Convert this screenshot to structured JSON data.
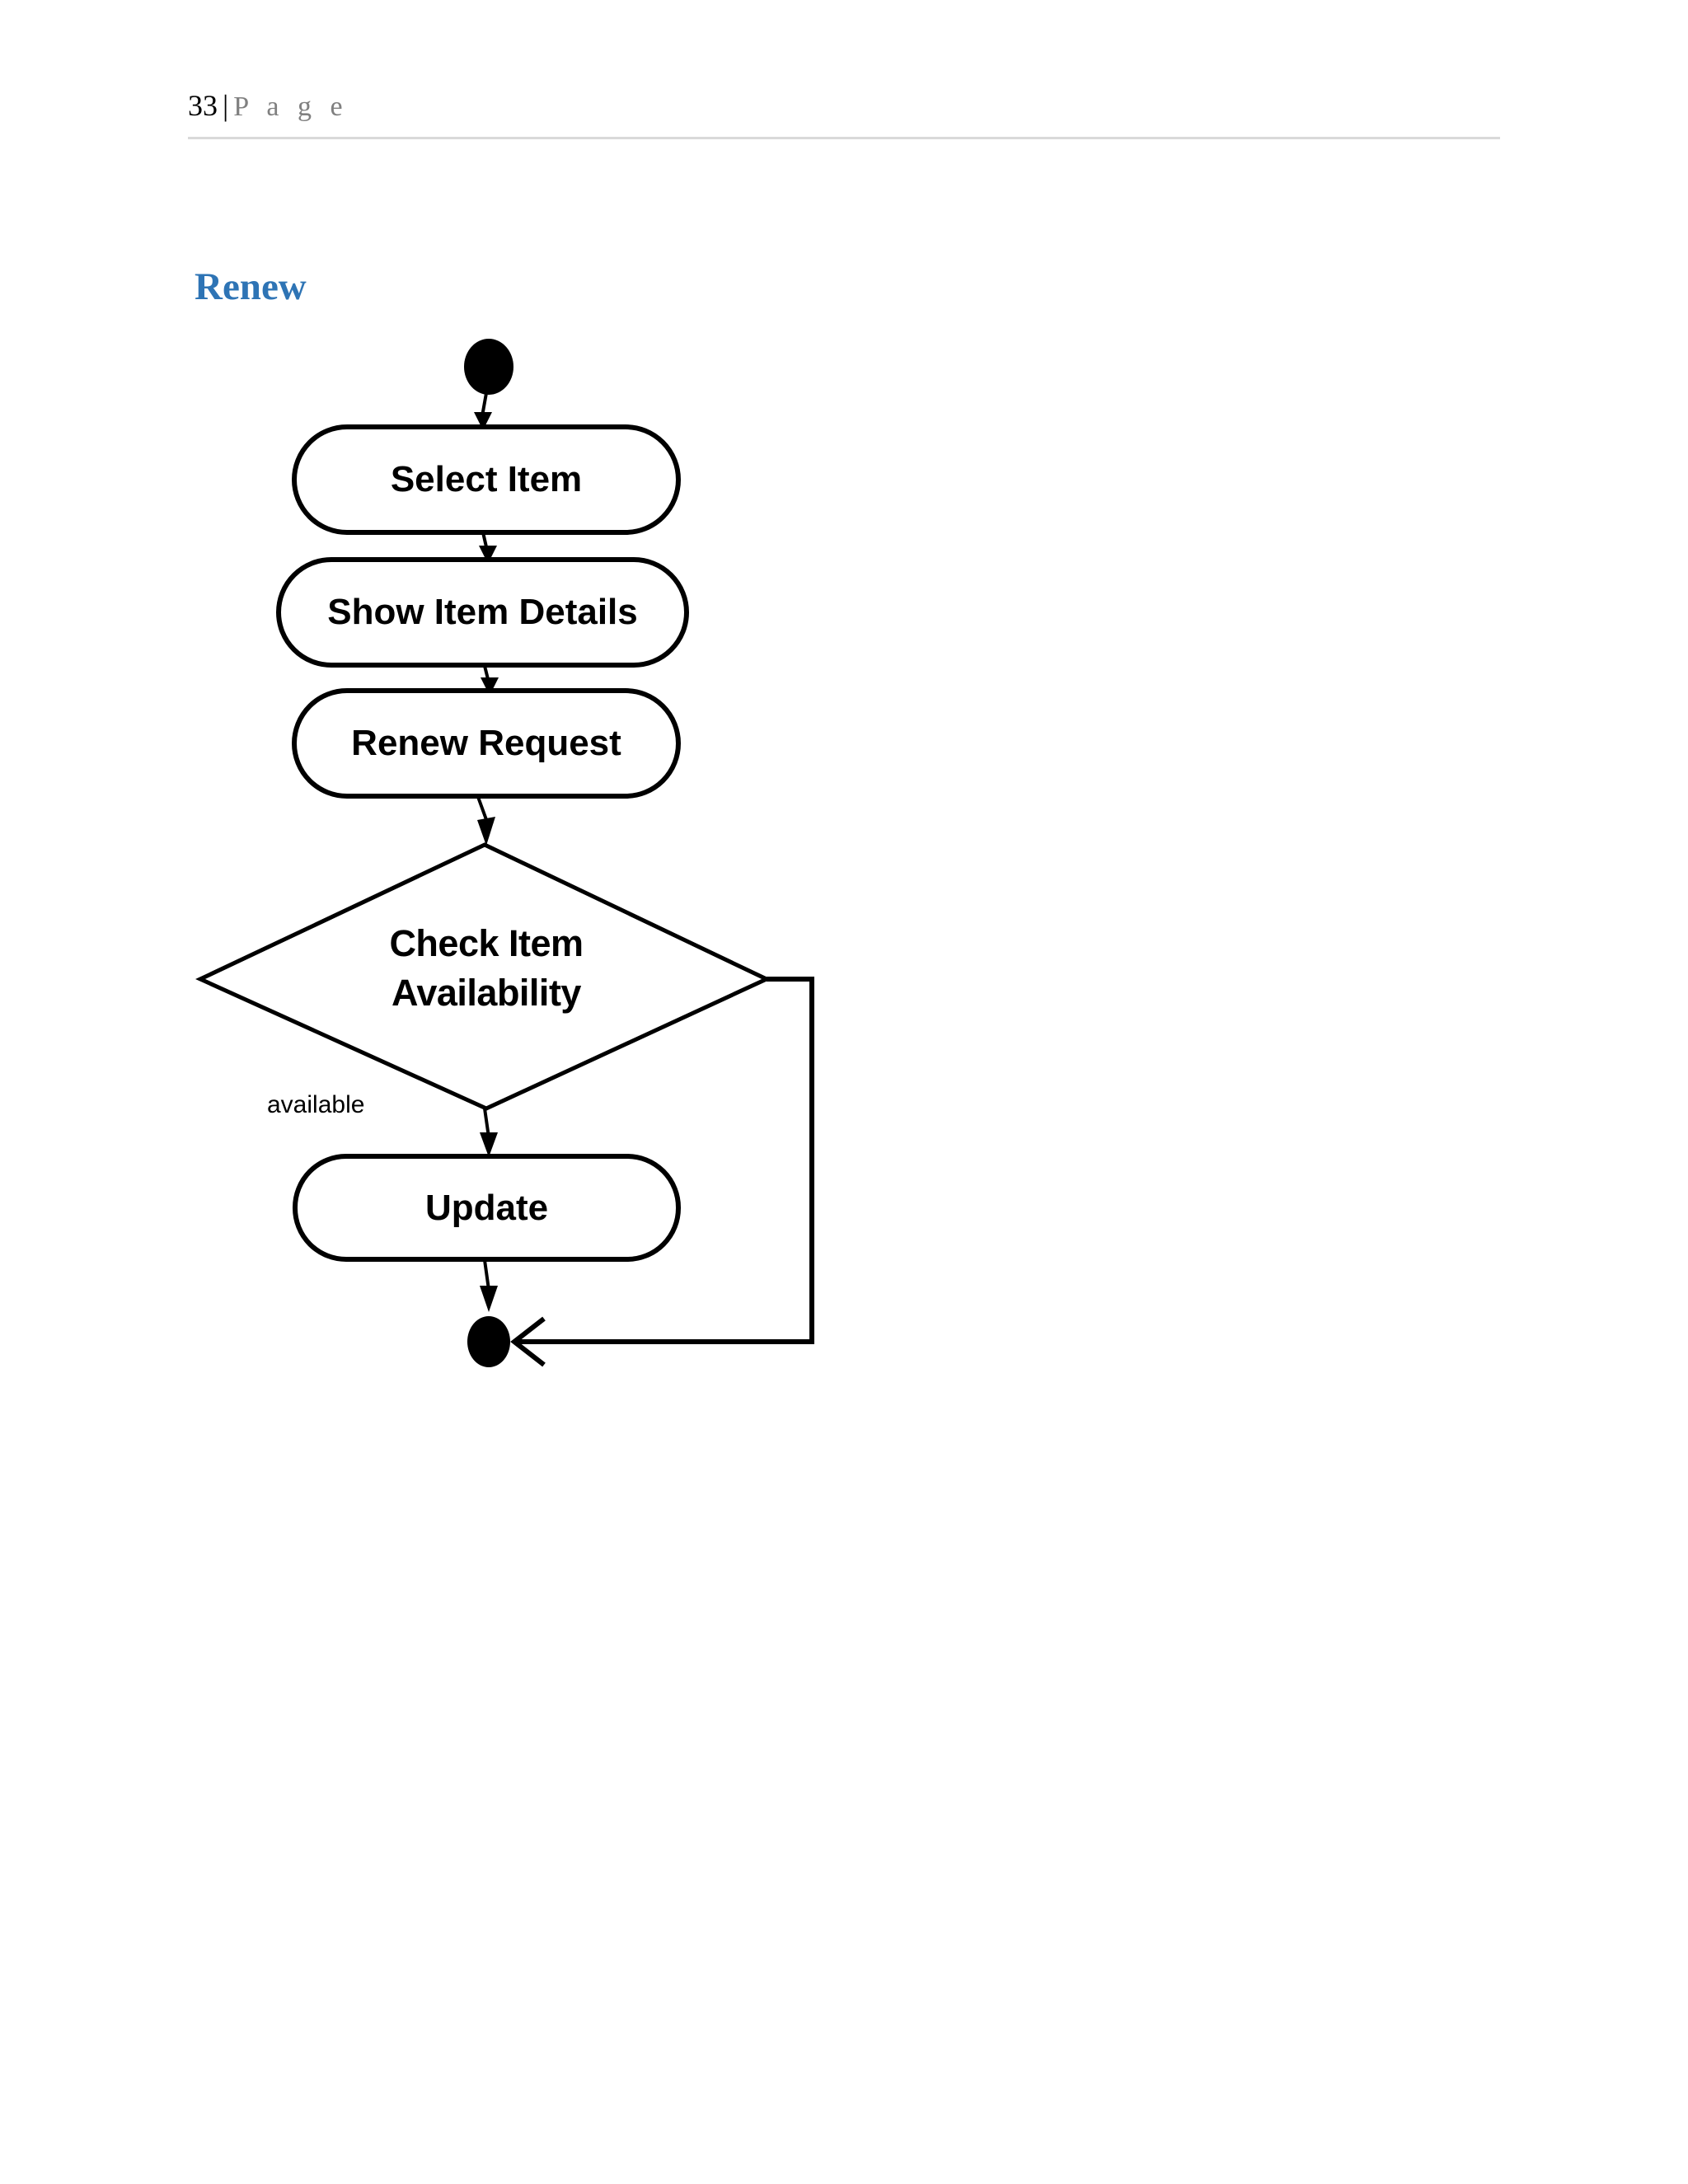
{
  "page": {
    "number": "33",
    "separator": "|",
    "label": "P a g e"
  },
  "section": {
    "heading": "Renew",
    "heading_color": "#2e74b5"
  },
  "diagram": {
    "type": "uml-activity-diagram",
    "title": "Renew",
    "nodes": [
      {
        "id": "start",
        "kind": "initial-node",
        "label": ""
      },
      {
        "id": "select-item",
        "kind": "activity",
        "label": "Select Item"
      },
      {
        "id": "show-item-details",
        "kind": "activity",
        "label": "Show Item Details"
      },
      {
        "id": "renew-request",
        "kind": "activity",
        "label": "Renew Request"
      },
      {
        "id": "check-item-availability",
        "kind": "decision",
        "label": "Check Item Availability",
        "label_line1": "Check Item",
        "label_line2": "Availability"
      },
      {
        "id": "update",
        "kind": "activity",
        "label": "Update"
      },
      {
        "id": "end",
        "kind": "final-node",
        "label": ""
      }
    ],
    "edges": [
      {
        "from": "start",
        "to": "select-item",
        "guard": ""
      },
      {
        "from": "select-item",
        "to": "show-item-details",
        "guard": ""
      },
      {
        "from": "show-item-details",
        "to": "renew-request",
        "guard": ""
      },
      {
        "from": "renew-request",
        "to": "check-item-availability",
        "guard": ""
      },
      {
        "from": "check-item-availability",
        "to": "update",
        "guard": "available"
      },
      {
        "from": "check-item-availability",
        "to": "end",
        "guard": ""
      },
      {
        "from": "update",
        "to": "end",
        "guard": ""
      }
    ],
    "guards": {
      "available": "available"
    },
    "colors": {
      "stroke": "#000000",
      "fill": "#ffffff",
      "node_fill": "#000000"
    }
  }
}
